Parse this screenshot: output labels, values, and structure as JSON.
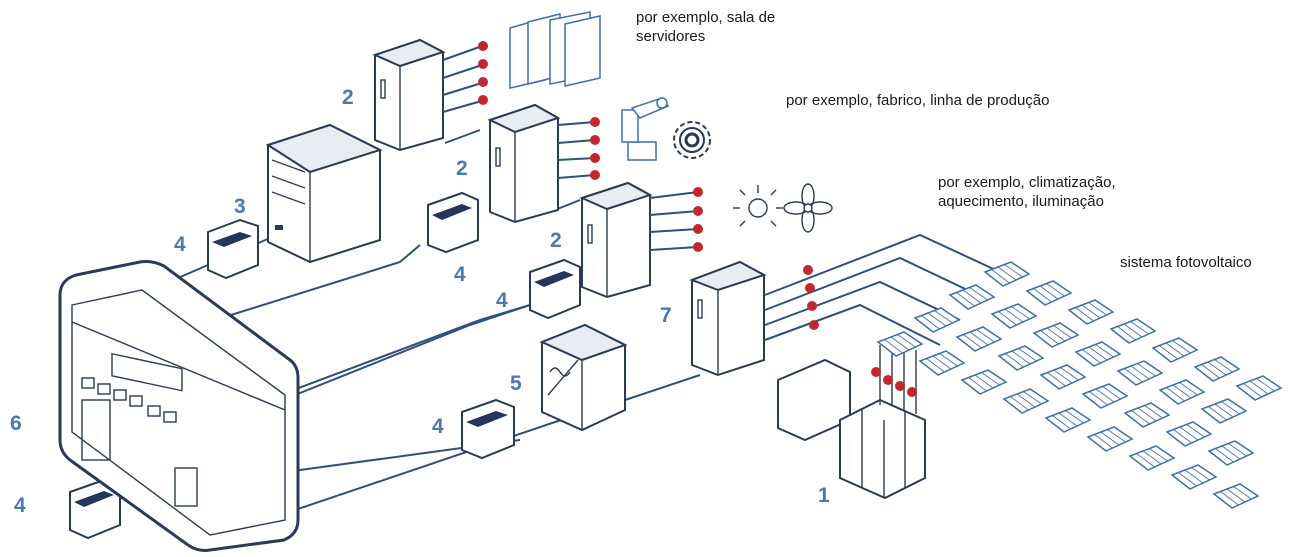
{
  "captions": {
    "server_room": [
      "por exemplo, sala de",
      "servidores"
    ],
    "manufacturing": "por exemplo, fabrico, linha de produção",
    "hvac": [
      "por exemplo, climatização,",
      "aquecimento, iluminação"
    ],
    "photovoltaic": "sistema fotovoltaico"
  },
  "numbers": {
    "meter": "1",
    "cabinet_server": "2",
    "cabinet_production": "2",
    "cabinet_hvac": "2",
    "server": "3",
    "module_server": "4",
    "module_production": "4",
    "module_hvac": "4",
    "module_inverter": "4",
    "module_main": "4",
    "inverter": "5",
    "main_unit": "6",
    "cabinet_pv": "7"
  },
  "colors": {
    "label_blue": "#4a78b0",
    "line_blue": "#2f4f80",
    "connector_red": "#c0282d",
    "outline": "#2b3a55"
  },
  "icons": [
    "server-racks-icon",
    "robot-arm-icon",
    "gear-icon",
    "light-bulb-icon",
    "fan-icon",
    "solar-panel-icon"
  ]
}
